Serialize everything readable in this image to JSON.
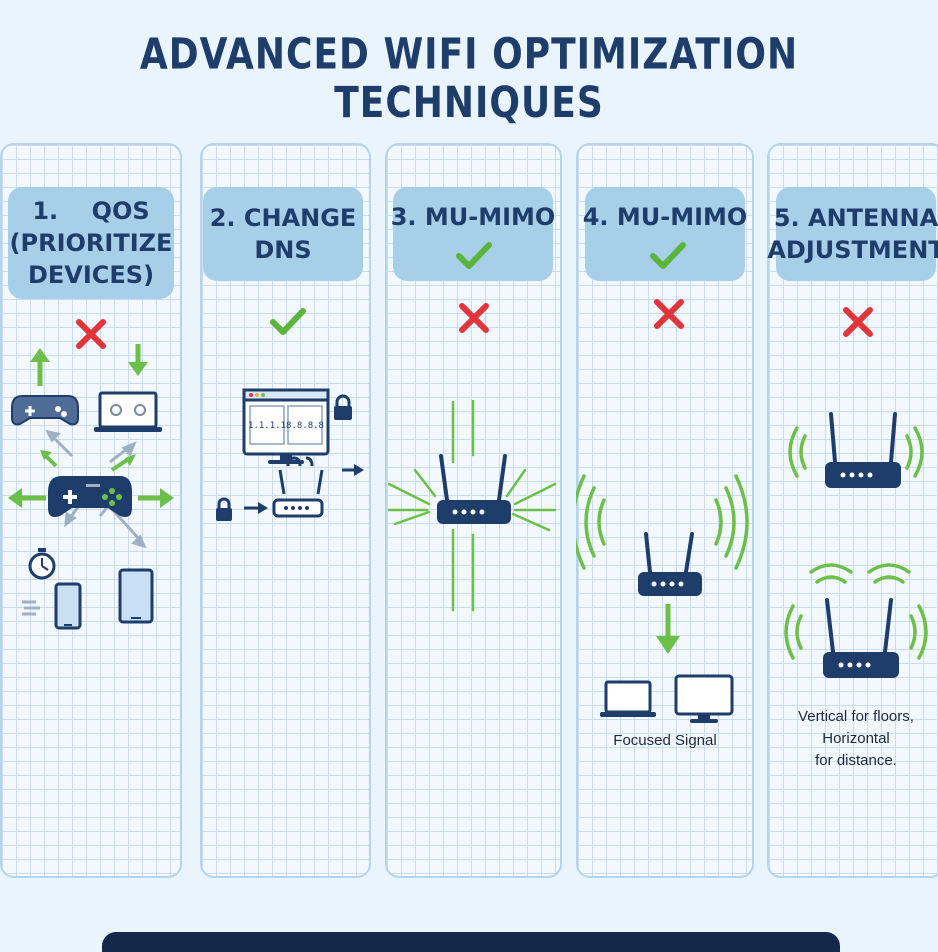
{
  "title": "ADVANCED WIFI OPTIMIZATION TECHNIQUES",
  "colors": {
    "navy": "#1e3d6b",
    "header_fill": "#a8cfe8",
    "check_green": "#5cb43c",
    "cross_red": "#e0353a",
    "signal_green": "#6cc04a"
  },
  "columns": [
    {
      "header_lines": [
        "1.    QOS",
        "(PRIORITIZE",
        "DEVICES)"
      ],
      "status": "cross",
      "icons": [
        "gamepad-icon",
        "laptop-icon",
        "stopwatch-icon",
        "phone-icon",
        "tablet-icon"
      ]
    },
    {
      "header_lines": [
        "2. CHANGE",
        "DNS"
      ],
      "status": "check",
      "dns_left": "1.1.1.1",
      "dns_right": "8.8.8.8",
      "icons": [
        "monitor-icon",
        "lock-icon",
        "router-icon"
      ]
    },
    {
      "header_lines": [
        "3. MU-MIMO"
      ],
      "header_check": true,
      "status": "cross",
      "icons": [
        "router-icon"
      ]
    },
    {
      "header_lines": [
        "4. MU-MIMO"
      ],
      "header_check": true,
      "status": "cross",
      "caption": "Focused Signal",
      "icons": [
        "router-icon",
        "laptop-icon",
        "monitor-icon"
      ]
    },
    {
      "header_lines": [
        "5. ANTENNA",
        "ADJUSTMENT"
      ],
      "status": "cross",
      "caption_lines": [
        "Vertical for floors,",
        "Horizontal",
        "for distance."
      ],
      "icons": [
        "router-icon"
      ]
    }
  ]
}
